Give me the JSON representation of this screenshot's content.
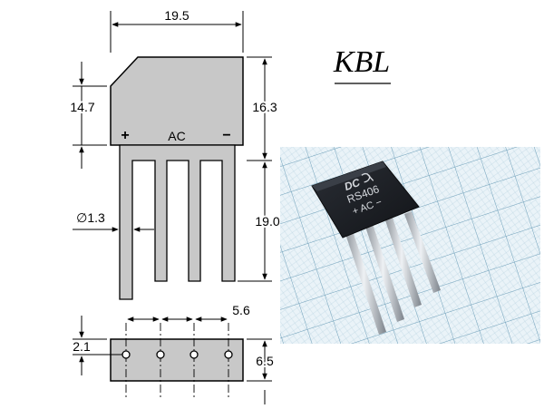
{
  "title": "KBL",
  "dimensions": {
    "width": "19.5",
    "body_left_height": "14.7",
    "body_right_height": "16.3",
    "lead_diameter": "∅1.3",
    "lead_length": "19.0",
    "pitch": "5.6",
    "top_thickness": "2.1",
    "bottom_depth": "6.5"
  },
  "pin_labels": {
    "plus": "+",
    "ac": "AC",
    "minus": "−"
  },
  "photo": {
    "marking_line1": "DC",
    "marking_line2": "RS406",
    "marking_line3": "+ AC −",
    "logo": "logo-mark"
  },
  "colors": {
    "body_fill": "#c8c8c8",
    "line": "#000000",
    "grid_bg": "#e9f2f7",
    "grid_line": "#8fb6cc",
    "component": "#1c1f24",
    "lead_metal": "#b9bec4"
  }
}
